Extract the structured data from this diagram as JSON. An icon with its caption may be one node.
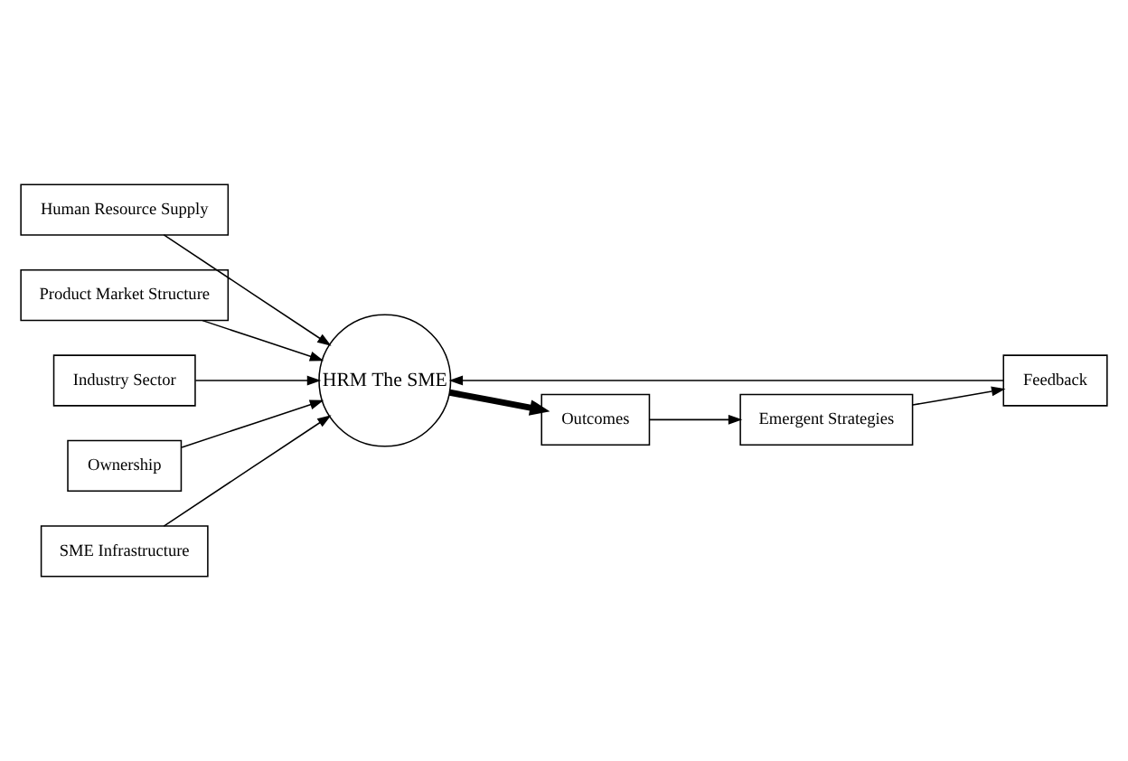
{
  "diagram": {
    "nodes": [
      {
        "text": [
          "Human Resource Supply"
        ]
      },
      {
        "text": [
          "Product Market Structure"
        ]
      },
      {
        "text": [
          "Industry Sector"
        ]
      },
      {
        "text": [
          "Ownership"
        ]
      },
      {
        "text": [
          "SME Infrastructure"
        ]
      },
      {
        "text": [
          "Feedback"
        ]
      },
      {
        "text": [
          "HRM The SME"
        ]
      },
      {
        "text": [
          "Emergent Strategies"
        ]
      },
      {
        "text": [
          "Outcomes"
        ]
      }
    ],
    "edges": [
      {
        "from": 0,
        "to": 6,
        "arrow": "to"
      },
      {
        "from": 1,
        "to": 6,
        "arrow": "to"
      },
      {
        "from": 2,
        "to": 6,
        "arrow": "to"
      },
      {
        "from": 3,
        "to": 6,
        "arrow": "to"
      },
      {
        "from": 4,
        "to": 6,
        "arrow": "to"
      },
      {
        "from": 5,
        "to": 6,
        "arrow": "to"
      },
      {
        "from": 6,
        "to": 8,
        "arrow": "to",
        "style": "thick"
      },
      {
        "from": 8,
        "to": 7,
        "arrow": "to"
      },
      {
        "from": 7,
        "to": 5,
        "arrow": "to"
      }
    ]
  }
}
